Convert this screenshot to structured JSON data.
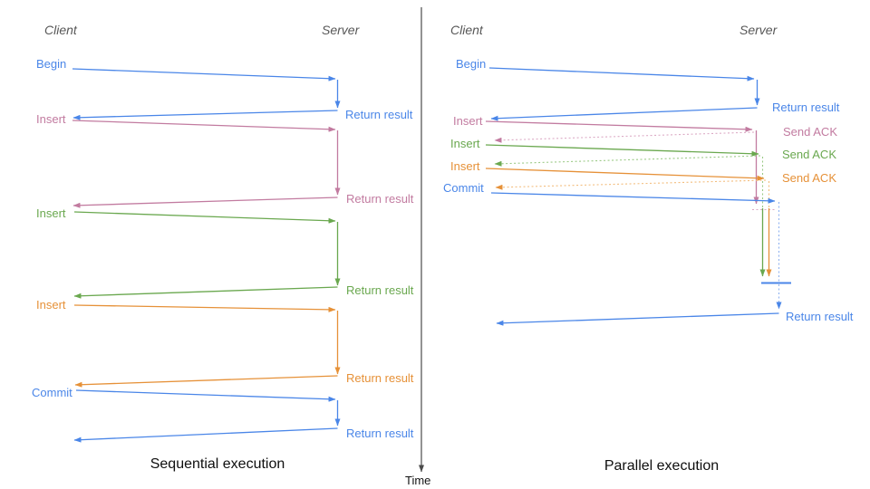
{
  "colors": {
    "blue": "#4a86e8",
    "blue_light": "#8fb2f0",
    "pink": "#c27ba0",
    "pink_light": "#dcaac5",
    "green": "#6aa84f",
    "green_light": "#9bca86",
    "orange": "#e69138",
    "orange_light": "#f3bd7d",
    "axis": "#4b4b4b"
  },
  "left": {
    "client": "Client",
    "server": "Server",
    "title": "Sequential execution",
    "ops": [
      {
        "label": "Begin",
        "result": "Return result"
      },
      {
        "label": "Insert",
        "result": "Return result"
      },
      {
        "label": "Insert",
        "result": "Return result"
      },
      {
        "label": "Insert",
        "result": "Return result"
      },
      {
        "label": "Commit",
        "result": "Return result"
      }
    ]
  },
  "right": {
    "client": "Client",
    "server": "Server",
    "title": "Parallel execution",
    "ops": [
      {
        "label": "Begin",
        "result": "Return result"
      },
      {
        "label": "Insert",
        "result": "Send ACK"
      },
      {
        "label": "Insert",
        "result": "Send ACK"
      },
      {
        "label": "Insert",
        "result": "Send ACK"
      },
      {
        "label": "Commit",
        "result": "Return result"
      }
    ]
  },
  "time_label": "Time"
}
